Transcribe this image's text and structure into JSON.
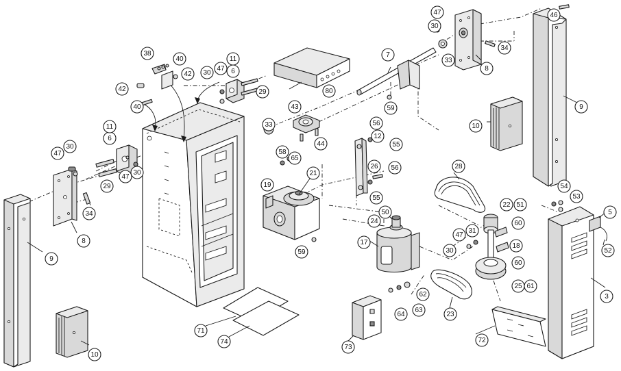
{
  "diagram": {
    "type": "exploded-parts-view",
    "callouts": [
      "3",
      "5",
      "6",
      "6",
      "7",
      "8",
      "8",
      "9",
      "9",
      "10",
      "10",
      "11",
      "11",
      "12",
      "17",
      "18",
      "19",
      "21",
      "22",
      "23",
      "24",
      "25",
      "26",
      "28",
      "29",
      "29",
      "30",
      "30",
      "30",
      "30",
      "30",
      "31",
      "33",
      "33",
      "34",
      "34",
      "38",
      "40",
      "40",
      "42",
      "42",
      "43",
      "44",
      "46",
      "47",
      "47",
      "47",
      "47",
      "47",
      "50",
      "51",
      "52",
      "53",
      "54",
      "55",
      "55",
      "56",
      "56",
      "58",
      "59",
      "59",
      "60",
      "60",
      "61",
      "62",
      "63",
      "64",
      "65",
      "71",
      "72",
      "73",
      "74",
      "80"
    ]
  }
}
